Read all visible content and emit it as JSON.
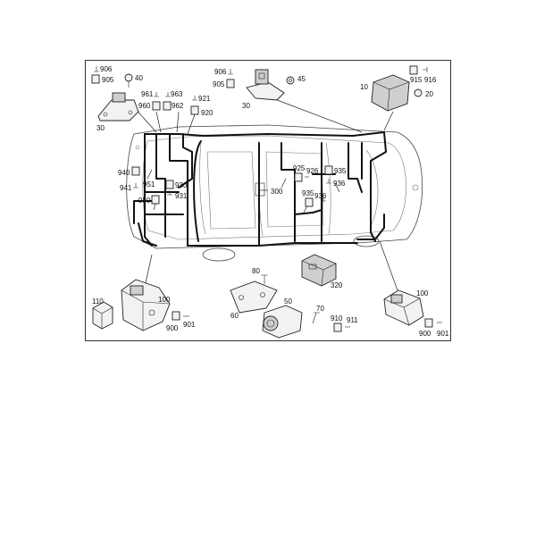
{
  "labels": {
    "l906a": "906",
    "l905a": "905",
    "l40": "40",
    "l30a": "30",
    "l961": "961",
    "l963": "963",
    "l960": "960",
    "l962": "962",
    "l921": "921",
    "l920": "920",
    "l906b": "906",
    "l905b": "905",
    "l45": "45",
    "l30b": "30",
    "l10": "10",
    "l915": "915",
    "l916": "916",
    "l20": "20",
    "l940": "940",
    "l951": "951",
    "l941": "941",
    "l930": "930",
    "l950": "950",
    "l931": "931",
    "l925": "925",
    "l926": "926",
    "l935a": "935",
    "l936a": "936",
    "l300": "300",
    "l935b": "935",
    "l936b": "936",
    "l80": "80",
    "l320": "320",
    "l110": "110",
    "l100a": "100",
    "l900a": "900",
    "l901a": "901",
    "l60": "60",
    "l50": "50",
    "l70": "70",
    "l910": "910",
    "l911": "911",
    "l100b": "100",
    "l900b": "900",
    "l901b": "901"
  }
}
